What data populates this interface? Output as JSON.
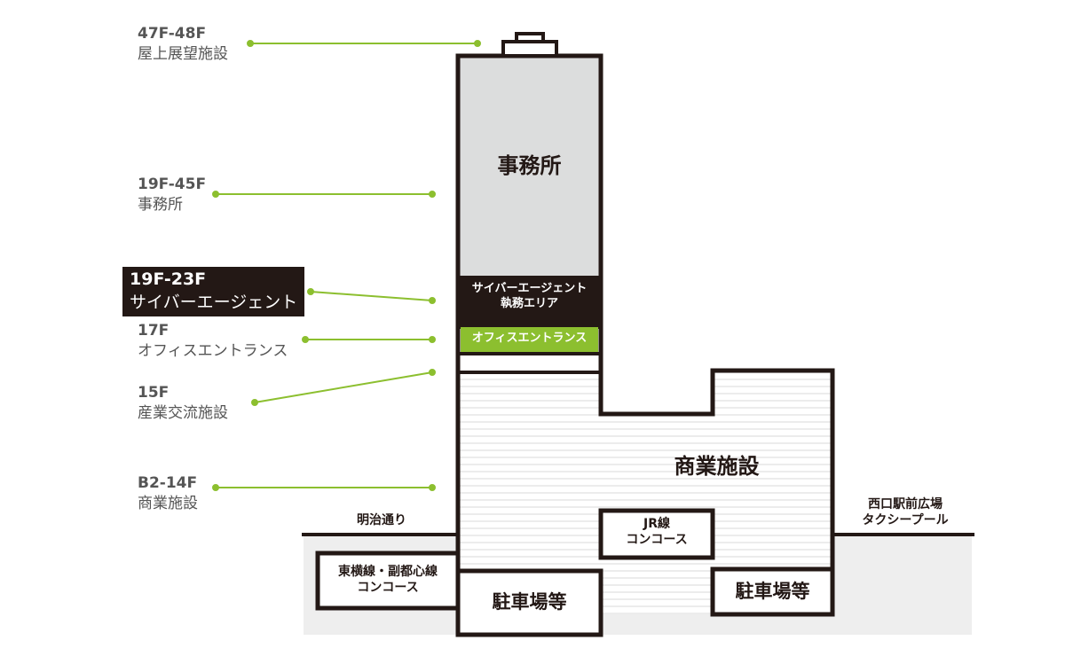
{
  "colors": {
    "dark": "#231815",
    "accent": "#8cbf2f",
    "office_gray": "#dcdddd",
    "ground_gray": "#eeeeee"
  },
  "building": {
    "office": "事務所",
    "ca_area": [
      "サイバーエージェント",
      "執務エリア"
    ],
    "entrance": "オフィスエントランス",
    "commercial": "商業施設",
    "jr": [
      "JR線",
      "コンコース"
    ],
    "toyoko": [
      "東横線・副都心線",
      "コンコース"
    ],
    "parking_left": "駐車場等",
    "parking_right": "駐車場等",
    "street_left": "明治通り",
    "street_right": [
      "西口駅前広場",
      "タクシープール"
    ]
  },
  "labels": [
    {
      "floor": "47F-48F",
      "name": "屋上展望施設"
    },
    {
      "floor": "19F-45F",
      "name": "事務所"
    },
    {
      "floor": "19F-23F",
      "name": "サイバーエージェント"
    },
    {
      "floor": "17F",
      "name": "オフィスエントランス"
    },
    {
      "floor": "15F",
      "name": "産業交流施設"
    },
    {
      "floor": "B2-14F",
      "name": "商業施設"
    }
  ]
}
